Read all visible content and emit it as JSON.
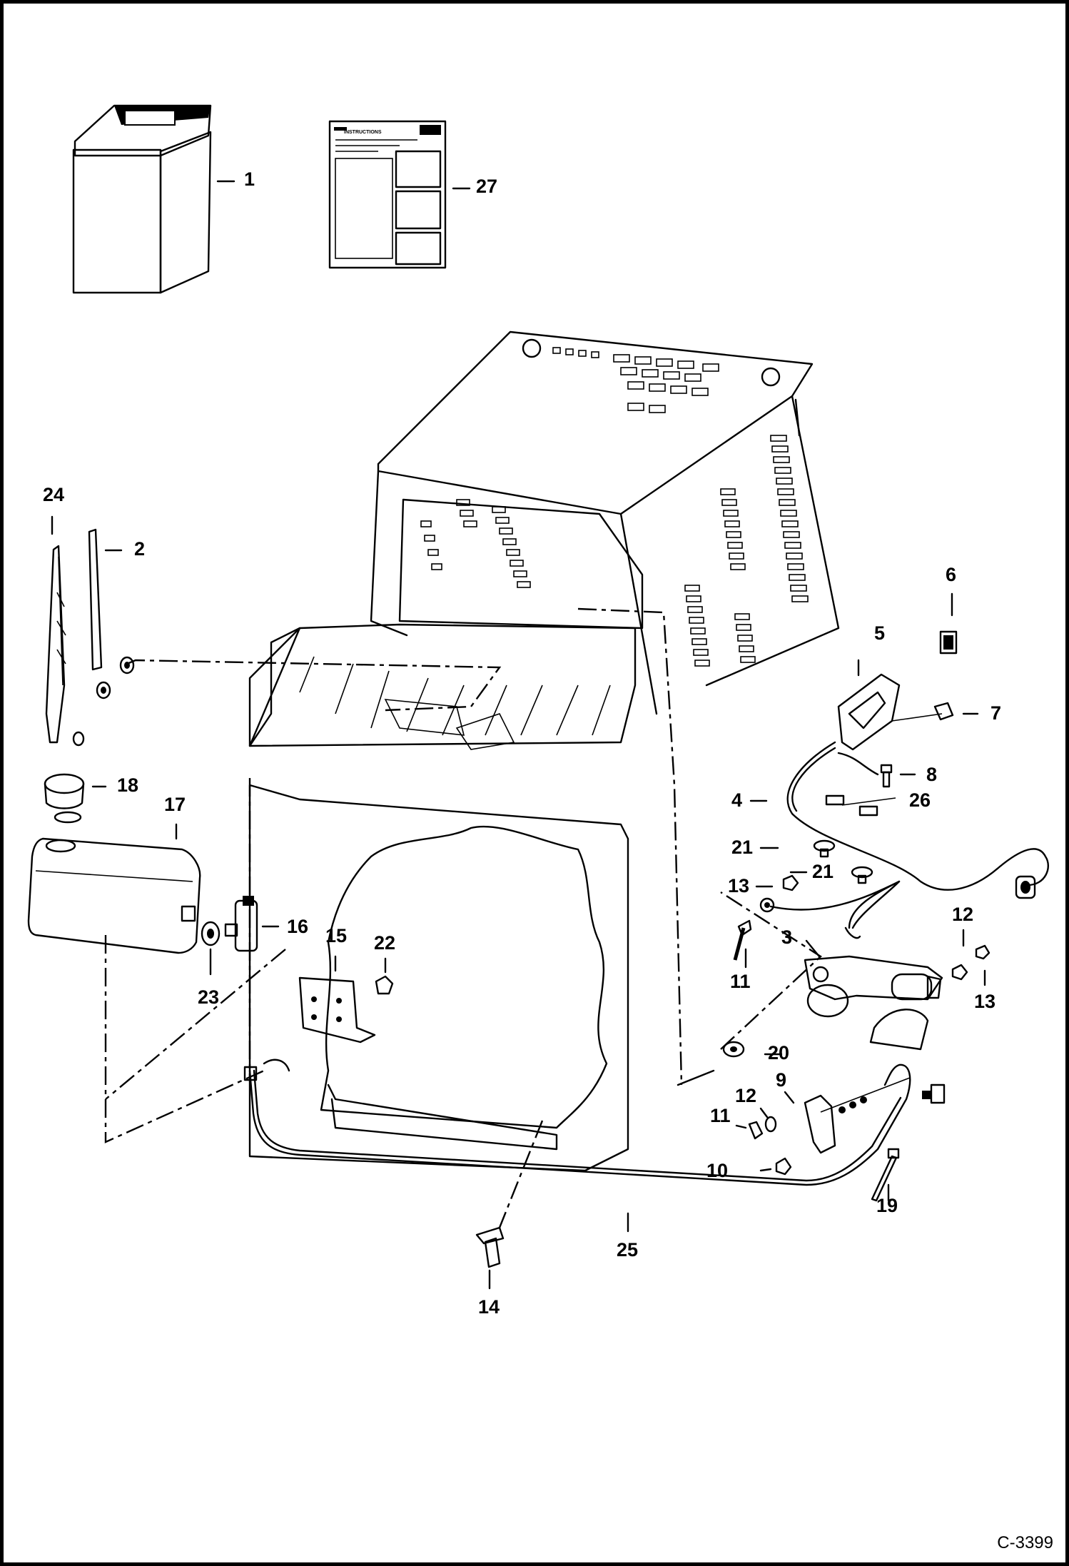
{
  "drawing_id": "C-3399",
  "callouts": {
    "c1": "1",
    "c2": "2",
    "c3": "3",
    "c4": "4",
    "c5": "5",
    "c6": "6",
    "c7": "7",
    "c8": "8",
    "c9": "9",
    "c10": "10",
    "c11a": "11",
    "c11b": "11",
    "c12a": "12",
    "c12b": "12",
    "c13a": "13",
    "c13b": "13",
    "c14": "14",
    "c15": "15",
    "c16": "16",
    "c17": "17",
    "c18": "18",
    "c19": "19",
    "c20": "20",
    "c21a": "21",
    "c21b": "21",
    "c22": "22",
    "c23": "23",
    "c24": "24",
    "c25": "25",
    "c26": "26",
    "c27": "27"
  },
  "instruction_sheet": {
    "heading": "INSTRUCTIONS"
  },
  "parts": [
    {
      "ref": "1",
      "icon": "kit-box-icon"
    },
    {
      "ref": "2",
      "icon": "wiper-blade-icon"
    },
    {
      "ref": "3",
      "icon": "wiper-motor-icon"
    },
    {
      "ref": "4",
      "icon": "wire-harness-icon"
    },
    {
      "ref": "5",
      "icon": "switch-bracket-icon"
    },
    {
      "ref": "6",
      "icon": "switch-icon"
    },
    {
      "ref": "14",
      "icon": "bolt-icon"
    },
    {
      "ref": "15",
      "icon": "mounting-bracket-icon"
    },
    {
      "ref": "16",
      "icon": "washer-pump-icon"
    },
    {
      "ref": "17",
      "icon": "washer-reservoir-icon"
    },
    {
      "ref": "18",
      "icon": "reservoir-cap-icon"
    },
    {
      "ref": "19",
      "icon": "cable-tie-icon"
    },
    {
      "ref": "24",
      "icon": "wiper-arm-icon"
    },
    {
      "ref": "25",
      "icon": "washer-hose-icon"
    },
    {
      "ref": "27",
      "icon": "instruction-sheet-icon"
    }
  ]
}
